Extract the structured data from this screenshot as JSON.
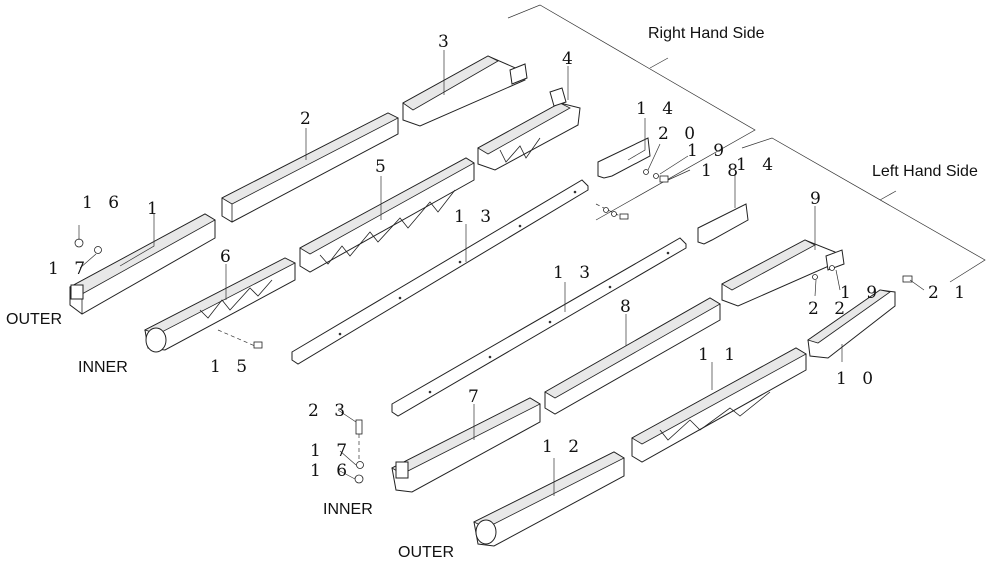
{
  "side_labels": {
    "right": "Right Hand Side",
    "left": "Left Hand Side"
  },
  "position_labels": {
    "outer_top": "OUTER",
    "inner_top": "INNER",
    "inner_bottom": "INNER",
    "outer_bottom": "OUTER"
  },
  "callouts": {
    "p1": "1",
    "p2": "2",
    "p3": "3",
    "p4": "4",
    "p5": "5",
    "p6": "6",
    "p7": "7",
    "p8": "8",
    "p9": "9",
    "p10": "1 0",
    "p11": "1 1",
    "p12": "1 2",
    "p13a": "1 3",
    "p13b": "1 3",
    "p14a": "1 4",
    "p14b": "1 4",
    "p15": "1 5",
    "p16a": "1 6",
    "p16b": "1 6",
    "p17a": "1 7",
    "p17b": "1 7",
    "p18": "1 8",
    "p19a": "1 9",
    "p19b": "1 9",
    "p20": "2 0",
    "p21": "2 1",
    "p22": "2 2",
    "p23": "2 3"
  }
}
